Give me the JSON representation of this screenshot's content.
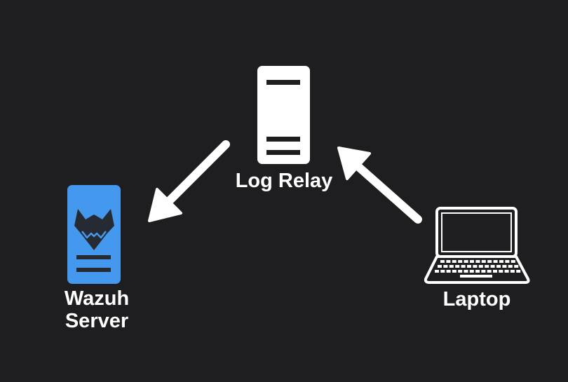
{
  "nodes": {
    "relay": {
      "label": "Log Relay",
      "icon": "server-icon",
      "color": "#ffffff"
    },
    "wazuh": {
      "label_line1": "Wazuh",
      "label_line2": "Server",
      "icon": "wazuh-server-icon",
      "color": "#4499ee"
    },
    "laptop": {
      "label": "Laptop",
      "icon": "laptop-icon",
      "color": "#ffffff"
    }
  },
  "edges": [
    {
      "from": "Laptop",
      "to": "Log Relay"
    },
    {
      "from": "Log Relay",
      "to": "Wazuh Server"
    }
  ],
  "colors": {
    "background": "#1e1e20",
    "foreground": "#ffffff",
    "accent": "#4499ee",
    "wolf": "#262a33"
  }
}
